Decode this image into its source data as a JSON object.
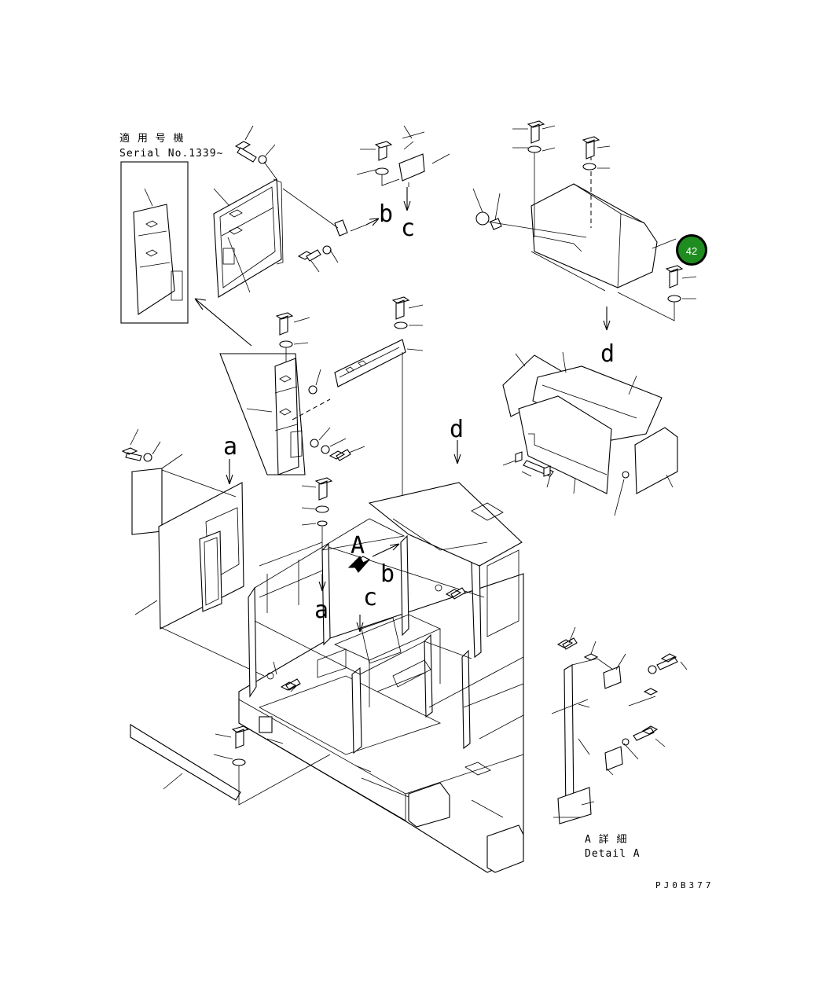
{
  "serial_note": {
    "line1": "適 用 号 機",
    "line2": "Serial No.1339~"
  },
  "view_labels": {
    "a_top": "a",
    "a_bottom": "a",
    "b_top": "b",
    "b_bottom": "b",
    "c_top": "c",
    "c_bottom": "c",
    "d_top": "d",
    "d_mid": "d",
    "A_arrow": "A"
  },
  "detail_caption": {
    "line1": "A 詳 細",
    "line2": "Detail A"
  },
  "drawing_code": "PJ0B377",
  "callout": {
    "number": "42",
    "color": "#1e8c1e"
  }
}
